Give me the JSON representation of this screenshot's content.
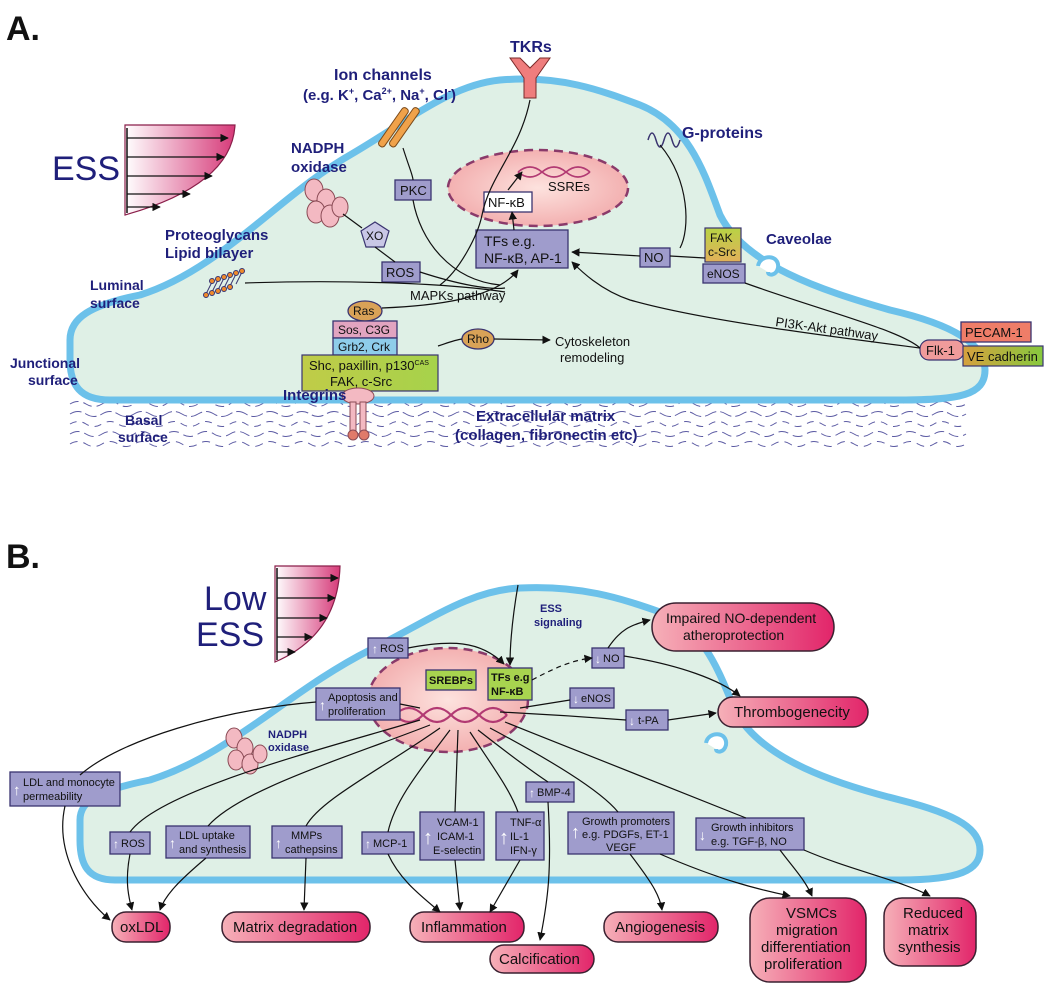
{
  "panel_a": {
    "label": "A.",
    "ess": "ESS",
    "tkrs": "TKRs",
    "ion_channels": "Ion channels",
    "ion_channels_eg": "(e.g. K+, Ca2+, Na+, Cl-)",
    "ion_eg_prefix": "(e.g. K",
    "ion_k_sup": "+",
    "ion_ca": ", Ca",
    "ion_ca_sup": "2+",
    "ion_na": ", Na",
    "ion_na_sup": "+",
    "ion_cl": ", Cl",
    "ion_cl_sup": "-",
    "ion_close": ")",
    "g_proteins": "G-proteins",
    "nadph_line1": "NADPH",
    "nadph_line2": "oxidase",
    "ssres": "SSREs",
    "nfkb": "NF-κB",
    "pkc": "PKC",
    "xo": "XO",
    "ros": "ROS",
    "tfs_line1": "TFs e.g.",
    "tfs_line2": "NF-κB, AP-1",
    "no": "NO",
    "fak_line1": "FAK",
    "fak_line2": "c-Src",
    "enos": "eNOS",
    "caveolae": "Caveolae",
    "proteoglycans": "Proteoglycans",
    "lipid_bilayer": "Lipid bilayer",
    "luminal_line1": "Luminal",
    "luminal_line2": "surface",
    "mapks": "MAPKs pathway",
    "ras": "Ras",
    "sos": "Sos, C3G",
    "grb2": "Grb2, Crk",
    "shc_line1": "Shc, paxillin, p130",
    "shc_sup": "CAS",
    "shc_line2": "FAK, c-Src",
    "rho": "Rho",
    "cytoskeleton_line1": "Cytoskeleton",
    "cytoskeleton_line2": "remodeling",
    "pi3k": "PI3K-Akt pathway",
    "flk1": "Flk-1",
    "pecam": "PECAM-1",
    "ve_cadherin": "VE cadherin",
    "junctional_line1": "Junctional",
    "junctional_line2": "surface",
    "integrins": "Integrins",
    "basal_line1": "Basal",
    "basal_line2": "surface",
    "ecm_line1": "Extracellular matrix",
    "ecm_line2": "(collagen, fibronectin etc)"
  },
  "panel_b": {
    "label": "B.",
    "low": "Low",
    "ess": "ESS",
    "ess_signaling_line1": "ESS",
    "ess_signaling_line2": "signaling",
    "ros_top": "ROS",
    "srebps": "SREBPs",
    "tfs_line1": "TFs e.g",
    "tfs_line2": "NF-κB",
    "no": "NO",
    "enos": "eNOS",
    "tpa": "t-PA",
    "apoptosis_line1": "Apoptosis and",
    "apoptosis_line2": "proliferation",
    "nadph_line1": "NADPH",
    "nadph_line2": "oxidase",
    "ldl_mono_line1": "LDL and monocyte",
    "ldl_mono_line2": "permeability",
    "bmp4": "BMP-4",
    "ros_low": "ROS",
    "ldl_uptake_line1": "LDL uptake",
    "ldl_uptake_line2": "and synthesis",
    "mmps_line1": "MMPs",
    "mmps_line2": "cathepsins",
    "mcp1": "MCP-1",
    "vcam": "VCAM-1",
    "icam": "ICAM-1",
    "eselectin": "E-selectin",
    "tnf": "TNF-α",
    "il1": "IL-1",
    "ifn": "IFN-γ",
    "growth_prom_line1": "Growth promoters",
    "growth_prom_line2": "e.g. PDGFs, ET-1",
    "growth_prom_line3": "VEGF",
    "growth_inh_line1": "Growth inhibitors",
    "growth_inh_line2": "e.g. TGF-β, NO",
    "impaired_line1": "Impaired NO-dependent",
    "impaired_line2": "atheroprotection",
    "thrombogenecity": "Thrombogenecity",
    "oxldl": "oxLDL",
    "matrix_degradation": "Matrix degradation",
    "inflammation": "Inflammation",
    "calcification": "Calcification",
    "angiogenesis": "Angiogenesis",
    "vsmcs_line1": "VSMCs",
    "vsmcs_line2": "migration",
    "vsmcs_line3": "differentiation",
    "vsmcs_line4": "proliferation",
    "reduced_line1": "Reduced",
    "reduced_line2": "matrix",
    "reduced_line3": "synthesis"
  },
  "colors": {
    "cell_fill": "#dff0e6",
    "membrane": "#6cc1ea",
    "navy_text": "#1f1f7a",
    "outcome_pink": "#e9356f",
    "nucleus_fill": "#f6c7c4",
    "nucleus_border": "#8a3a6a"
  }
}
